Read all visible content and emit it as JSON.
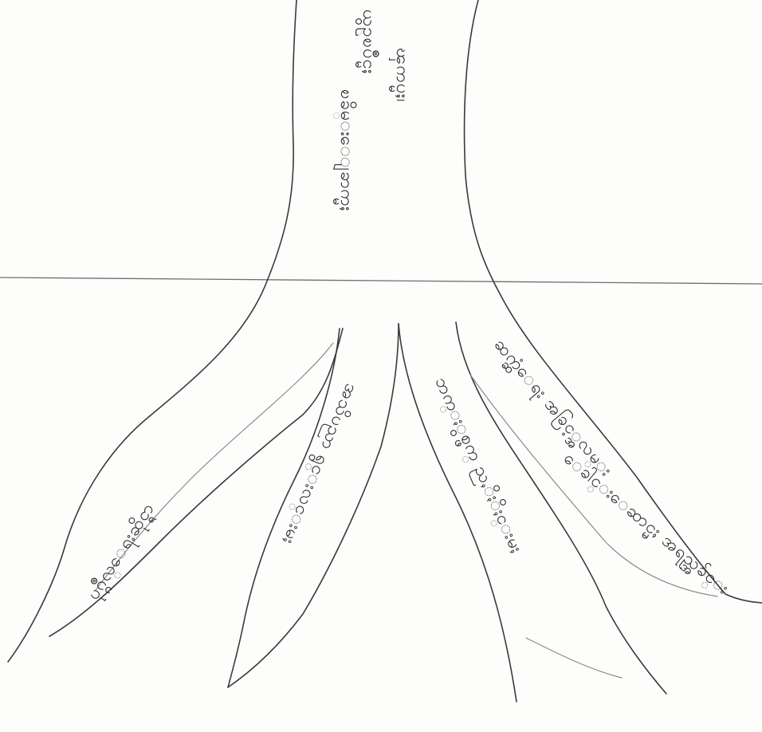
{
  "diagram": {
    "style": "hand-drawn pencil sketch of a tree trunk with five roots below a ground line",
    "ink_color": "#3a3a3a",
    "paper_color": "#fdfdfc",
    "trunk": {
      "line1": "ၾကပ္မႈ၊",
      "line2": "ယွဥ္ၿပိဳင္မႈ",
      "line3": "ၿခိမ္းေျခာက္မႈ"
    },
    "roots": [
      {
        "label": "ပုဂ္ဂိဳလ္ေရးဆိုင္ရာ"
      },
      {
        "label": "အသိပညာ ရွင္းလင္းမႈ"
      },
      {
        "label": "ဘက္ႏွစ္ဖက္ ညႇိႏိႈင္းမႈ"
      },
      {
        "label": "ဆက္ဆံေရး အခြင့္အလမ္း"
      },
      {
        "label": "ေခါင္းေဆာင္မႈ အရည္အခ်င္း"
      }
    ]
  }
}
